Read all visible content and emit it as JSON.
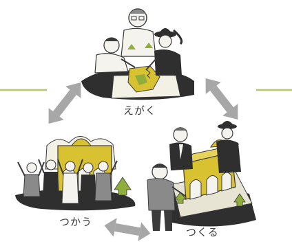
{
  "labels": {
    "draw": "えがく",
    "build": "つくる",
    "use": "つかう"
  },
  "colors": {
    "accent_yellow": "#d9c232",
    "accent_green": "#8fae3c",
    "arrow_gray": "#a7a7a7",
    "line_green": "#b7c86a",
    "ink": "#3a3a3a",
    "shadow": "#2f2f2f"
  }
}
